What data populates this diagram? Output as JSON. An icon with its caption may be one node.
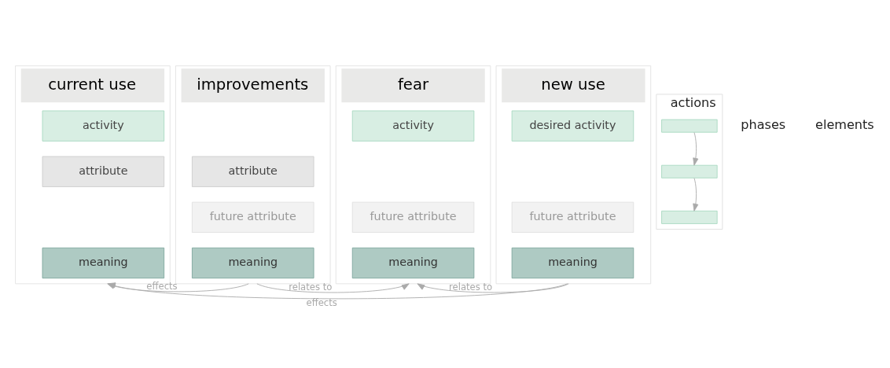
{
  "diagram": {
    "nodes": [
      {
        "text": [
          "current use"
        ]
      },
      {
        "text": [
          "activity"
        ],
        "in": 0
      },
      {
        "text": [
          "attribute"
        ],
        "in": 0
      },
      {
        "text": [
          "meaning"
        ],
        "in": 0
      },
      {
        "text": [
          "improvements"
        ]
      },
      {
        "text": [
          "attribute"
        ],
        "in": 4
      },
      {
        "text": [
          "future attribute"
        ],
        "in": 4
      },
      {
        "text": [
          "meaning"
        ],
        "in": 4
      },
      {
        "text": [
          "fear"
        ]
      },
      {
        "text": [
          "activity"
        ],
        "in": 8
      },
      {
        "text": [
          "future attribute"
        ],
        "in": 8
      },
      {
        "text": [
          "meaning"
        ],
        "in": 8
      },
      {
        "text": [
          "new use"
        ]
      },
      {
        "text": [
          "desired activity"
        ],
        "in": 12
      },
      {
        "text": [
          "future attribute"
        ],
        "in": 12
      },
      {
        "text": [
          "meaning"
        ],
        "in": 12
      },
      {
        "text": [
          "actions"
        ]
      },
      {
        "text": [],
        "shape": "bar",
        "in": 16
      },
      {
        "text": [],
        "shape": "bar",
        "in": 16
      },
      {
        "text": [],
        "shape": "bar",
        "in": 16
      }
    ],
    "edges": [
      {
        "from": 17,
        "to": 18,
        "arrow": "to"
      },
      {
        "from": 18,
        "to": 19,
        "arrow": "to"
      },
      {
        "from": 4,
        "to": 0,
        "arrow": "to",
        "label": "effects"
      },
      {
        "from": 4,
        "to": 8,
        "arrow": "to",
        "label": "relates to"
      },
      {
        "from": 12,
        "to": 8,
        "arrow": "to",
        "label": "relates to"
      },
      {
        "from": 12,
        "to": 0,
        "arrow": "to",
        "label": "effects"
      }
    ],
    "labels": [
      "phases",
      "elements"
    ]
  }
}
